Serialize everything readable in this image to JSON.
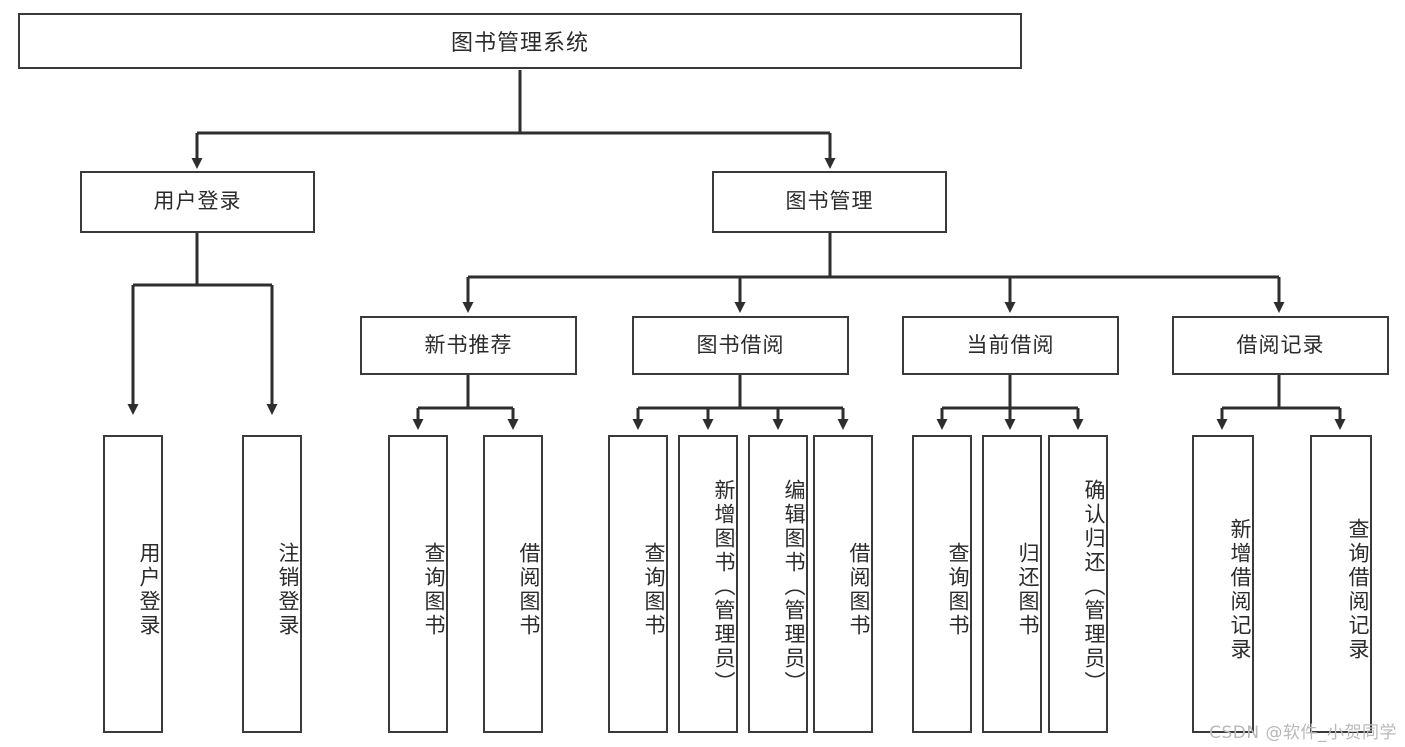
{
  "diagram": {
    "type": "tree-hierarchy-chart",
    "title": "图书管理系统",
    "root": {
      "label": "图书管理系统"
    },
    "level2": [
      {
        "label": "用户登录"
      },
      {
        "label": "图书管理"
      }
    ],
    "level3": [
      {
        "label": "新书推荐"
      },
      {
        "label": "图书借阅"
      },
      {
        "label": "当前借阅"
      },
      {
        "label": "借阅记录"
      }
    ],
    "leaves": {
      "user_login": [
        {
          "label": "用户登录"
        },
        {
          "label": "注销登录"
        }
      ],
      "new_book_recommend": [
        {
          "label": "查询图书"
        },
        {
          "label": "借阅图书"
        }
      ],
      "book_borrow": [
        {
          "label": "查询图书"
        },
        {
          "label": "新增图书（管理员）"
        },
        {
          "label": "编辑图书（管理员）"
        },
        {
          "label": "借阅图书"
        }
      ],
      "current_borrow": [
        {
          "label": "查询图书"
        },
        {
          "label": "归还图书"
        },
        {
          "label": "确认归还（管理员）"
        }
      ],
      "borrow_record": [
        {
          "label": "新增借阅记录"
        },
        {
          "label": "查询借阅记录"
        }
      ]
    }
  },
  "watermark": {
    "text": "CSDN @软件_小贺同学"
  },
  "colors": {
    "box_border": "#3a3a3a",
    "box_fill": "#ffffff",
    "text": "#2b2b2b",
    "connector": "#2e2e2e",
    "watermark": "#b9b9b9",
    "background": "#ffffff"
  }
}
